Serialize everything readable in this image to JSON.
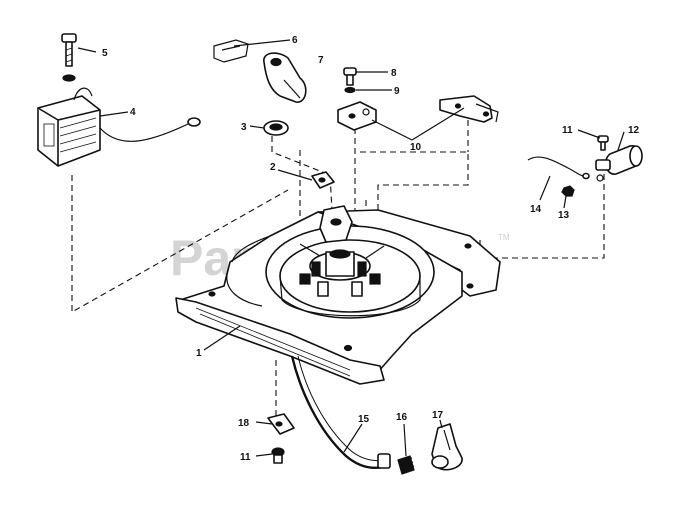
{
  "watermark": {
    "text": "PartsTree",
    "trademark": "TM"
  },
  "callouts": [
    {
      "key": "c1",
      "text": "1"
    },
    {
      "key": "c2",
      "text": "2"
    },
    {
      "key": "c3",
      "text": "3"
    },
    {
      "key": "c4",
      "text": "4"
    },
    {
      "key": "c5",
      "text": "5"
    },
    {
      "key": "c6",
      "text": "6"
    },
    {
      "key": "c7",
      "text": "7"
    },
    {
      "key": "c8",
      "text": "8"
    },
    {
      "key": "c9",
      "text": "9"
    },
    {
      "key": "c10",
      "text": "10"
    },
    {
      "key": "c11a",
      "text": "11"
    },
    {
      "key": "c11b",
      "text": "11"
    },
    {
      "key": "c12",
      "text": "12"
    },
    {
      "key": "c13",
      "text": "13"
    },
    {
      "key": "c14",
      "text": "14"
    },
    {
      "key": "c15",
      "text": "15"
    },
    {
      "key": "c16",
      "text": "16"
    },
    {
      "key": "c17",
      "text": "17"
    },
    {
      "key": "c18",
      "text": "18"
    }
  ]
}
